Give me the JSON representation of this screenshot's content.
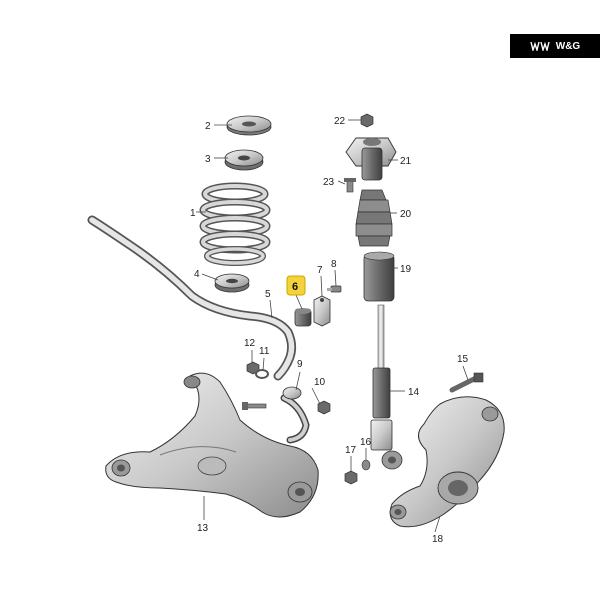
{
  "brand": {
    "text": "W&G",
    "logo_icon": "wg-logo-icon",
    "bg": "#000000",
    "fg": "#ffffff"
  },
  "highlight": {
    "callout": "6",
    "color": "#f4d23b"
  },
  "callouts": [
    "1",
    "2",
    "3",
    "4",
    "5",
    "6",
    "7",
    "8",
    "9",
    "10",
    "11",
    "12",
    "13",
    "14",
    "15",
    "16",
    "17",
    "18",
    "19",
    "20",
    "21",
    "22",
    "23"
  ]
}
